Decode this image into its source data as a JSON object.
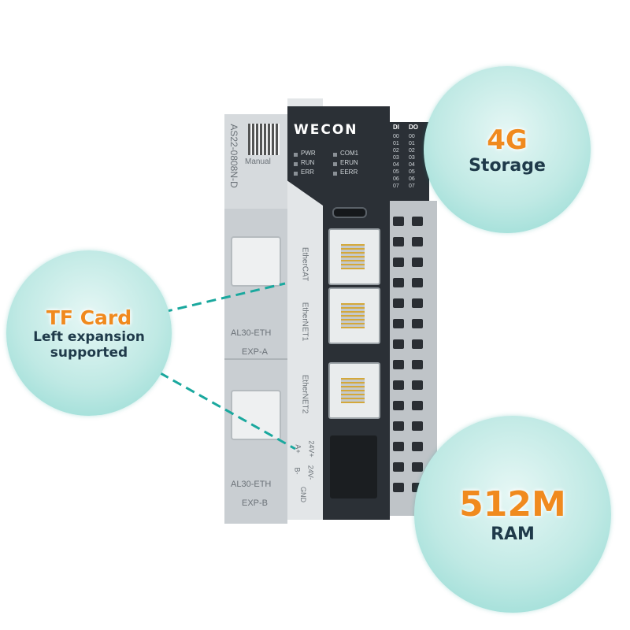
{
  "device": {
    "model": "AS22-0808N-D",
    "manual_label": "Manual",
    "brand": "WECON",
    "leds_left": [
      "PWR",
      "RUN",
      "ERR"
    ],
    "leds_right": [
      "COM1",
      "ERUN",
      "EERR"
    ],
    "di_label": "DI",
    "do_label": "DO",
    "io_numbers": [
      "00",
      "01",
      "02",
      "03",
      "04",
      "05",
      "06",
      "07"
    ],
    "port_labels": [
      "EtherCAT",
      "EtherNET1",
      "EtherNET2"
    ],
    "power_labels": [
      "24V+",
      "24V-",
      "A+",
      "B-",
      "GND"
    ],
    "expansions": [
      {
        "module": "AL30-ETH",
        "slot": "EXP-A"
      },
      {
        "module": "AL30-ETH",
        "slot": "EXP-B"
      }
    ]
  },
  "callouts": {
    "storage": {
      "big": "4G",
      "sub": "Storage"
    },
    "tf_card": {
      "big": "TF Card",
      "line1": "Left expansion",
      "line2": "supported"
    },
    "ram": {
      "big": "512M",
      "sub": "RAM"
    }
  },
  "colors": {
    "accent_orange": "#f08a1e",
    "teal": "#1aa89e",
    "dark_text": "#1f3a4a"
  }
}
